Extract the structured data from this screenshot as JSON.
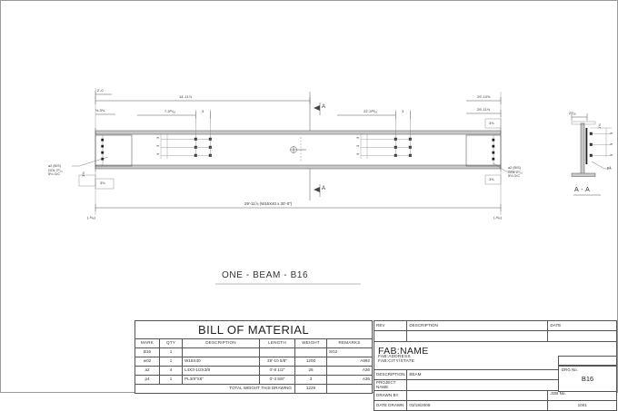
{
  "drawing": {
    "sheet_title": "ONE - BEAM - B16",
    "section_label": "A - A",
    "section_marks": [
      "A",
      "A"
    ],
    "dimensions": {
      "top_left_small": "2'-0",
      "top_overall_left": "14'-11⅞",
      "left_end_edge": "½-3¾",
      "first_bolt_group": "7-3¹¹⁄₁₆",
      "first_group_spacing": "3",
      "second_bolt_group": "22'-3¹³⁄₁₆",
      "second_group_spacing": "3",
      "right_overall_upper": "29'-10⅝",
      "right_overall_lower": "29'-11⅛",
      "right_edge_top": "3⅝",
      "right_edge_bottom": "3⅝",
      "left_edge_bottom": "3⅛",
      "bolt_vertical_spacing": [
        "3",
        "3",
        "3"
      ],
      "edge_distance": "1¾",
      "overall_length": "29'-11⅞  (W16X40 x 30'-0\")",
      "left_tick": "(-⅝₆)",
      "right_tick": "(-⅝₆)",
      "section_plate_top": "2⁹⁄₁₆",
      "section_edge": "1¾",
      "section_spacing": [
        "3",
        "3",
        "3"
      ],
      "section_part_tag": "p4"
    },
    "annotations": {
      "left_connection": "a2 (B/S)\nGOL 2⁷⁄₁₆\n5⅛ G/C",
      "right_connection": "a2 (B/S)\nGOL 2⁷⁄₁₆\n5⅛ G/C",
      "section_part": "p4"
    }
  },
  "bom": {
    "title": "BILL OF MATERIAL",
    "columns": [
      "MARK",
      "QTY",
      "DESCRIPTION",
      "LENGTH",
      "WEIGHT",
      "REMARKS"
    ],
    "rows": [
      {
        "mark": "B16",
        "qty": "1",
        "description": "",
        "length": "",
        "weight": "",
        "remarks": "SG2"
      },
      {
        "mark": "w02",
        "qty": "1",
        "description": "W16X40",
        "length": "29'-10 5/8\"",
        "weight": "1200",
        "remarks": "A992"
      },
      {
        "mark": "a2",
        "qty": "4",
        "description": "L4X3-1/2X3/8",
        "length": "0'-8 1/2\"",
        "weight": "26",
        "remarks": "A36"
      },
      {
        "mark": "p4",
        "qty": "1",
        "description": "PL3/8\"X6\"",
        "length": "0'-3 5/8\"",
        "weight": "3",
        "remarks": "A36"
      }
    ],
    "total_label": "TOTAL WEIGHT THIS DRAWING",
    "total_weight": "1229"
  },
  "title_block": {
    "rev_header": {
      "rev": "REV",
      "description": "DESCRIPTION",
      "date": "DATE"
    },
    "rev_rows": [
      {
        "rev": "",
        "description": "",
        "date": ""
      }
    ],
    "fab_name": "FAB:NAME",
    "fab_address": "FAB:ADDRESS",
    "fab_city_state": "FAB:CITY/STATE",
    "fields": [
      {
        "label": "DESCRIPTION",
        "value": "BEAM"
      },
      {
        "label": "PROJECT NAME",
        "value": ""
      },
      {
        "label": "DRAWN BY",
        "value": ""
      },
      {
        "label": "DATE DRAWN",
        "value": "03/18/2008"
      }
    ],
    "job_no_label": "JOB No.",
    "job_no": "1001",
    "drg_no_label": "DRG No.",
    "drg_no": "B16"
  },
  "colors": {
    "line": "#444444",
    "steel_fill": "#c8c8c8",
    "text": "#333333",
    "border": "#9a9a9a"
  }
}
